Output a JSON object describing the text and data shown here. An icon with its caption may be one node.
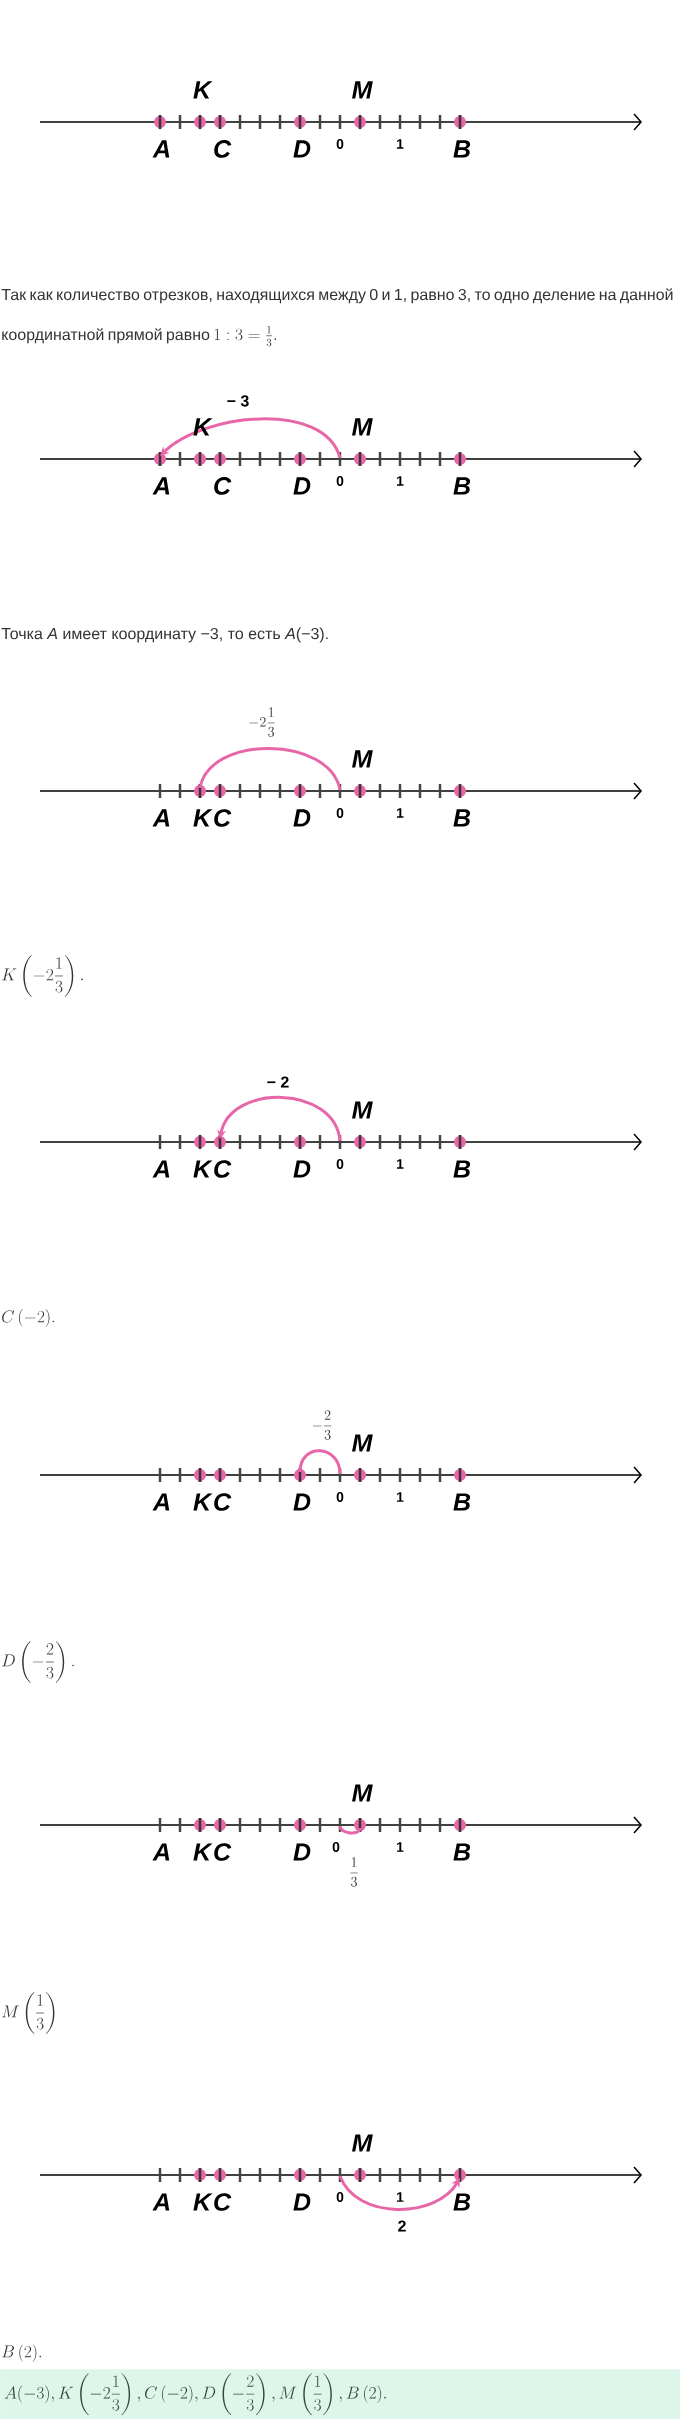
{
  "diagram": {
    "labels": [
      "K",
      "M",
      "A",
      "C",
      "D",
      "0",
      "1",
      "B",
      "Так как количество отрезков, находящихся между 0 и 1, равно 3, то одно деление на данной координатной прямой равно",
      "1:3=\\frac{1}{3}.",
      "− 3",
      "K",
      "M",
      "A",
      "C",
      "D",
      "0",
      "1",
      "B",
      "Точка *A* имеет координату −3, то есть *A*(−3).",
      "-2\\frac{1}{3}",
      "M",
      "A",
      "K",
      "C",
      "D",
      "0",
      "1",
      "B",
      "K\\left(-2\\frac{1}{3}\\right).",
      "− 2",
      "M",
      "A",
      "K",
      "C",
      "D",
      "0",
      "1",
      "B",
      "C\\,(-2).",
      "-\\frac{2}{3}",
      "M",
      "A",
      "K",
      "C",
      "D",
      "0",
      "1",
      "B",
      "D\\left(-\\frac{2}{3}\\right).",
      "M",
      "A",
      "K",
      "C",
      "D",
      "0",
      "\\frac{1}{3}",
      "1",
      "B",
      "M\\left(\\frac{1}{3}\\right)",
      "M",
      "A",
      "K",
      "C",
      "D",
      "0",
      "1",
      "B",
      "2",
      "B\\,(2).",
      "A(-3), K\\left(-2\\frac{1}{3}\\right), C\\,(-2), D\\left(-\\frac{2}{3}\\right), M\\left(\\frac{1}{3}\\right), B\\,(2)."
    ]
  }
}
